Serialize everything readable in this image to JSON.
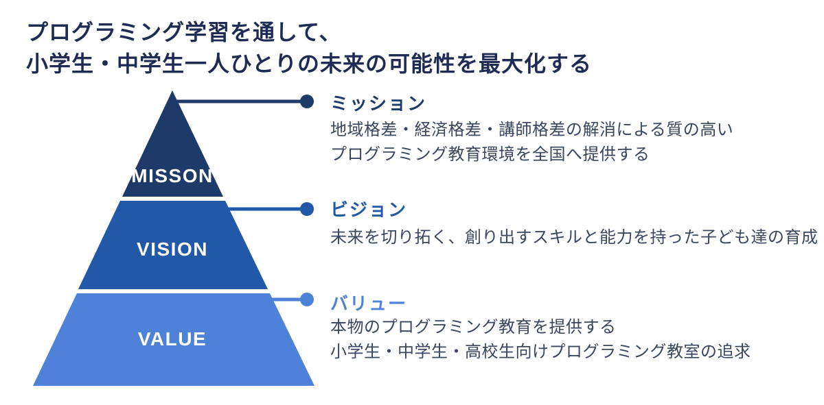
{
  "title": {
    "line1": "プログラミング学習を通して、",
    "line2": "小学生・中学生一人ひとりの未来の可能性を最大化する"
  },
  "colors": {
    "title_text": "#1f2b52",
    "body_text": "#3a455e",
    "tier_label_text": "#ffffff",
    "background": "#ffffff",
    "mission": "#1e3a68",
    "vision": "#2158a8",
    "value": "#4e82d9"
  },
  "pyramid": {
    "tiers": [
      {
        "id": "mission",
        "label": "MISSON",
        "color": "#1e3a68"
      },
      {
        "id": "vision",
        "label": "VISION",
        "color": "#2158a8"
      },
      {
        "id": "value",
        "label": "VALUE",
        "color": "#4e82d9"
      }
    ]
  },
  "sections": [
    {
      "heading": "ミッション",
      "heading_color": "#1e3a68",
      "lines": [
        "地域格差・経済格差・講師格差の解消による質の高い",
        "プログラミング教育環境を全国へ提供する"
      ]
    },
    {
      "heading": "ビジョン",
      "heading_color": "#2158a8",
      "lines": [
        "未来を切り拓く、創り出すスキルと能力を持った子ども達の育成"
      ]
    },
    {
      "heading": "バリュー",
      "heading_color": "#4e82d9",
      "lines": [
        "本物のプログラミング教育を提供する",
        "小学生・中学生・高校生向けプログラミング教室の追求"
      ]
    }
  ]
}
